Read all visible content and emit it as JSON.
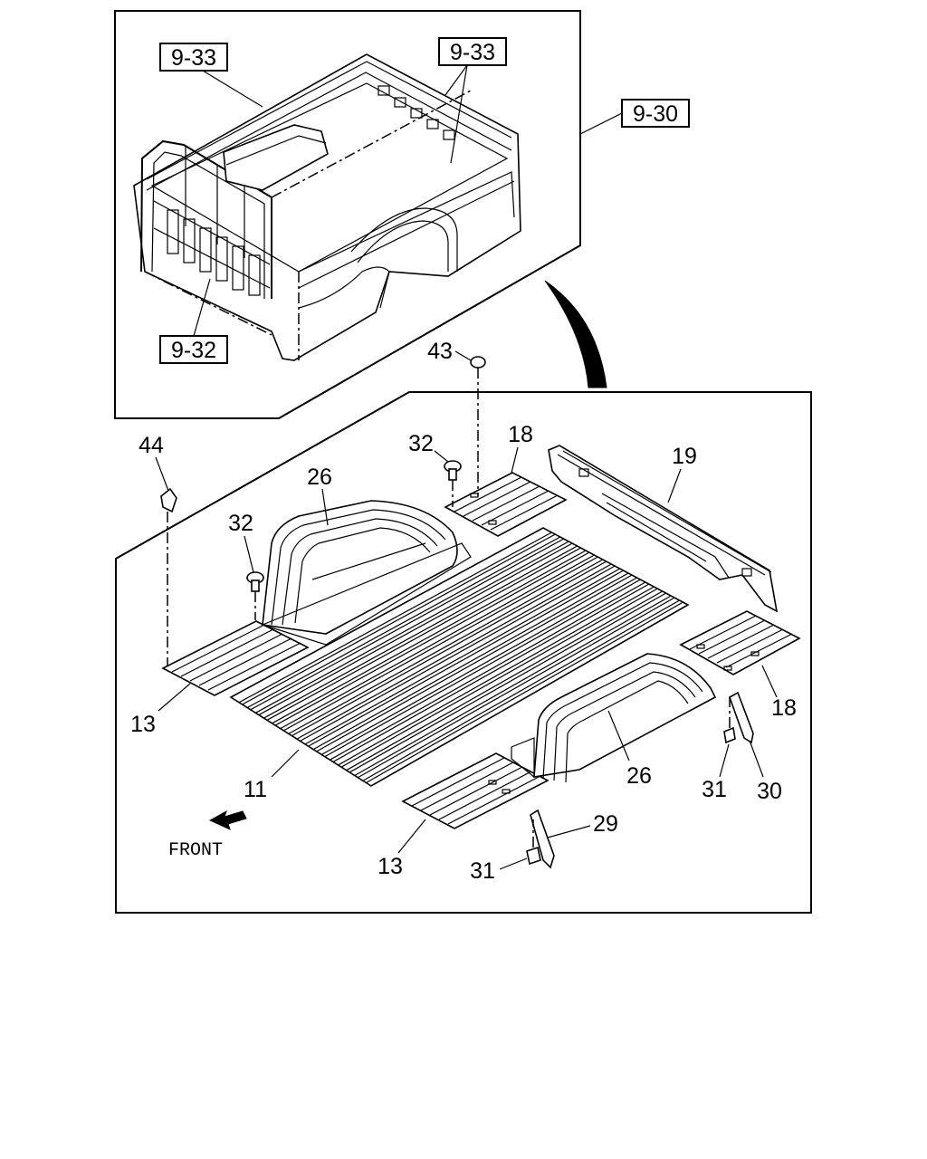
{
  "callouts": {
    "ref_9_33_left": "9-33",
    "ref_9_33_right": "9-33",
    "ref_9_30": "9-30",
    "ref_9_32": "9-32",
    "p43": "43",
    "p44": "44",
    "p32_top": "32",
    "p32_left": "32",
    "p18_top": "18",
    "p18_right": "18",
    "p19": "19",
    "p26_top": "26",
    "p26_bottom": "26",
    "p13_left": "13",
    "p13_bottom": "13",
    "p11": "11",
    "p31_right": "31",
    "p31_bottom": "31",
    "p30": "30",
    "p29": "29"
  },
  "front_label": "FRONT",
  "icons": {
    "front_arrow": "front-arrow-icon",
    "view_arrow": "curved-arrow-icon"
  }
}
